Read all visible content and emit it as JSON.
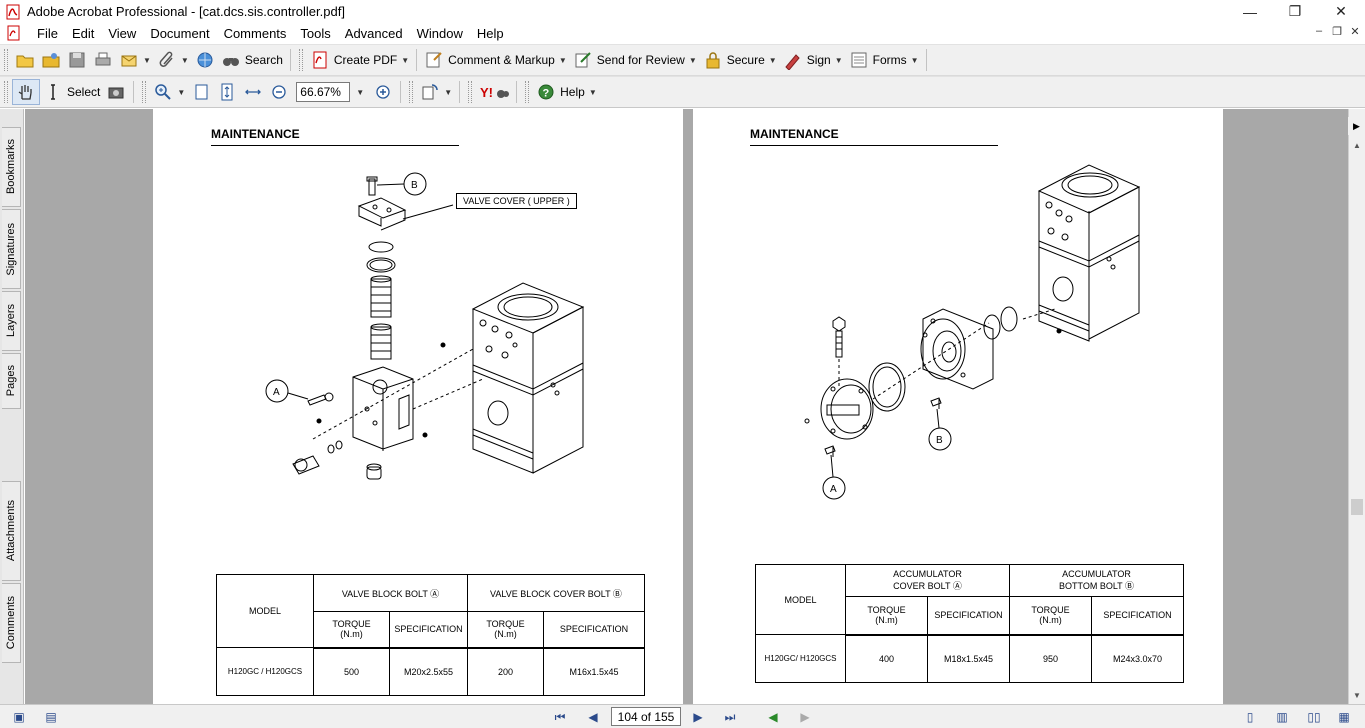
{
  "window": {
    "title": "Adobe Acrobat Professional - [cat.dcs.sis.controller.pdf]"
  },
  "menu": [
    "File",
    "Edit",
    "View",
    "Document",
    "Comments",
    "Tools",
    "Advanced",
    "Window",
    "Help"
  ],
  "toolbar1": {
    "search": "Search",
    "create_pdf": "Create PDF",
    "comment_markup": "Comment & Markup",
    "send_review": "Send for Review",
    "secure": "Secure",
    "sign": "Sign",
    "forms": "Forms"
  },
  "toolbar2": {
    "select": "Select",
    "zoom": "66.67%",
    "help": "Help"
  },
  "navpane": {
    "tabs": [
      "Bookmarks",
      "Signatures",
      "Layers",
      "Pages",
      "Attachments",
      "Comments"
    ]
  },
  "left_page": {
    "title": "MAINTENANCE",
    "callout": "VALVE COVER ( UPPER )",
    "label_a": "A",
    "label_b": "B",
    "table": {
      "model_header": "MODEL",
      "group1": "VALVE BLOCK BOLT Ⓐ",
      "group2": "VALVE BLOCK COVER BOLT Ⓑ",
      "torque": "TORQUE",
      "torque_unit": "(N.m)",
      "spec": "SPECIFICATION",
      "row": {
        "model": "H120GC / H120GCS",
        "torque_a": "500",
        "spec_a": "M20x2.5x55",
        "torque_b": "200",
        "spec_b": "M16x1.5x45"
      }
    }
  },
  "right_page": {
    "title": "MAINTENANCE",
    "label_a": "A",
    "label_b": "B",
    "table": {
      "model_header": "MODEL",
      "group1_line1": "ACCUMULATOR",
      "group1_line2": "COVER BOLT Ⓐ",
      "group2_line1": "ACCUMULATOR",
      "group2_line2": "BOTTOM BOLT Ⓑ",
      "torque": "TORQUE",
      "torque_unit": "(N.m)",
      "spec": "SPECIFICATION",
      "row": {
        "model": "H120GC/ H120GCS",
        "torque_a": "400",
        "spec_a": "M18x1.5x45",
        "torque_b": "950",
        "spec_b": "M24x3.0x70"
      }
    }
  },
  "statusbar": {
    "page_indicator": "104 of 155"
  }
}
